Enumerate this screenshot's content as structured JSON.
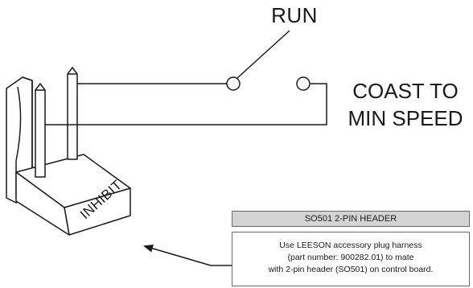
{
  "labels": {
    "run": "RUN",
    "coast_line1": "COAST TO",
    "coast_line2": "MIN SPEED",
    "inhibit": "INHIBIT"
  },
  "header_box": {
    "title": "SO501 2-PIN HEADER"
  },
  "note_box": {
    "line1": "Use LEESON accessory plug harness",
    "line2": "(part number: 900282.01) to mate",
    "line3": "with 2-pin header (SO501) on control board."
  },
  "colors": {
    "stroke": "#1a1a1a",
    "header_fill": "#d4d4d4",
    "box_border": "#6a6a6a"
  }
}
